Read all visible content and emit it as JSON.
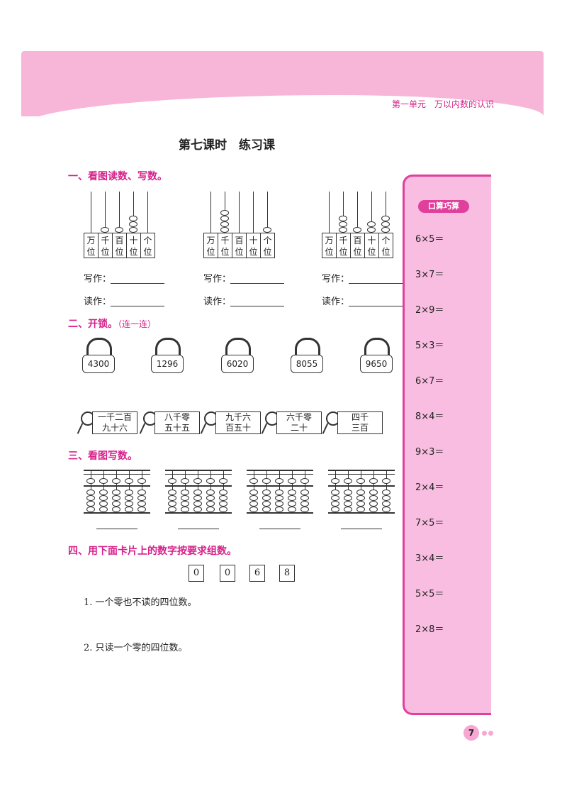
{
  "header": {
    "unit_title": "第一单元　万以内数的认识"
  },
  "lesson_title": "第七课时　练习课",
  "sections": {
    "s1": {
      "title": "一、看图读数、写数。",
      "columns": [
        "万\n位",
        "千\n位",
        "百\n位",
        "十\n位",
        "个\n位"
      ],
      "write_label": "写作：",
      "read_label": "读作："
    },
    "s2": {
      "title": "二、开锁。",
      "note": "（连一连）",
      "locks": [
        "4300",
        "1296",
        "6020",
        "8055",
        "9650"
      ],
      "keys": [
        [
          "一千二百",
          "九十六"
        ],
        [
          "八千零",
          "五十五"
        ],
        [
          "九千六",
          "百五十"
        ],
        [
          "六千零",
          "二十"
        ],
        [
          "四千",
          "三百"
        ]
      ]
    },
    "s3": {
      "title": "三、看图写数。"
    },
    "s4": {
      "title": "四、用下面卡片上的数字按要求组数。",
      "cards": [
        "0",
        "0",
        "6",
        "8"
      ],
      "q1": "1. 一个零也不读的四位数。",
      "q2": "2. 只读一个零的四位数。"
    }
  },
  "sidebar": {
    "tag": "口算巧算",
    "items": [
      "6×5＝",
      "3×7＝",
      "2×9＝",
      "5×3＝",
      "6×7＝",
      "8×4＝",
      "9×3＝",
      "2×4＝",
      "7×5＝",
      "3×4＝",
      "5×5＝",
      "2×8＝"
    ]
  },
  "page_number": "7",
  "colors": {
    "accent": "#d6218a",
    "pink": "#f8bde0"
  }
}
